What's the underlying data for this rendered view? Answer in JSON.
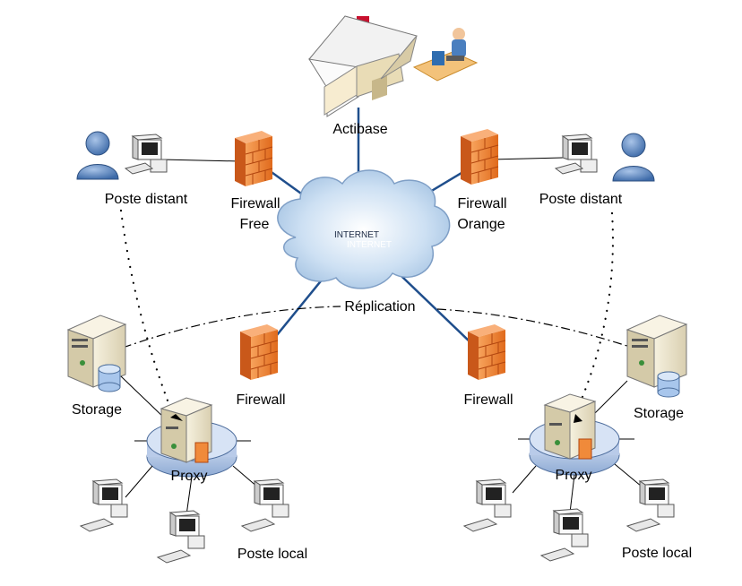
{
  "top": {
    "label": "Actibase"
  },
  "cloud": {
    "label1": "INTERNET",
    "label2": "INTERNET"
  },
  "firewalls": {
    "free": {
      "line1": "Firewall",
      "line2": "Free"
    },
    "orange": {
      "line1": "Firewall",
      "line2": "Orange"
    },
    "left": {
      "label": "Firewall"
    },
    "right": {
      "label": "Firewall"
    }
  },
  "remote": {
    "left": "Poste distant",
    "right": "Poste distant"
  },
  "replication": {
    "label": "Réplication"
  },
  "storage": {
    "left": "Storage",
    "right": "Storage"
  },
  "proxy": {
    "left": "Proxy",
    "right": "Proxy"
  },
  "local": {
    "left": "Poste local",
    "right": "Poste local"
  },
  "colors": {
    "link": "#1f4e8c",
    "firewall": "#f08a3a",
    "server": "#efe8d0",
    "cloud": "#cfe1f4",
    "proxy_ring": "#b8cbe8",
    "user": "#5b86be"
  }
}
